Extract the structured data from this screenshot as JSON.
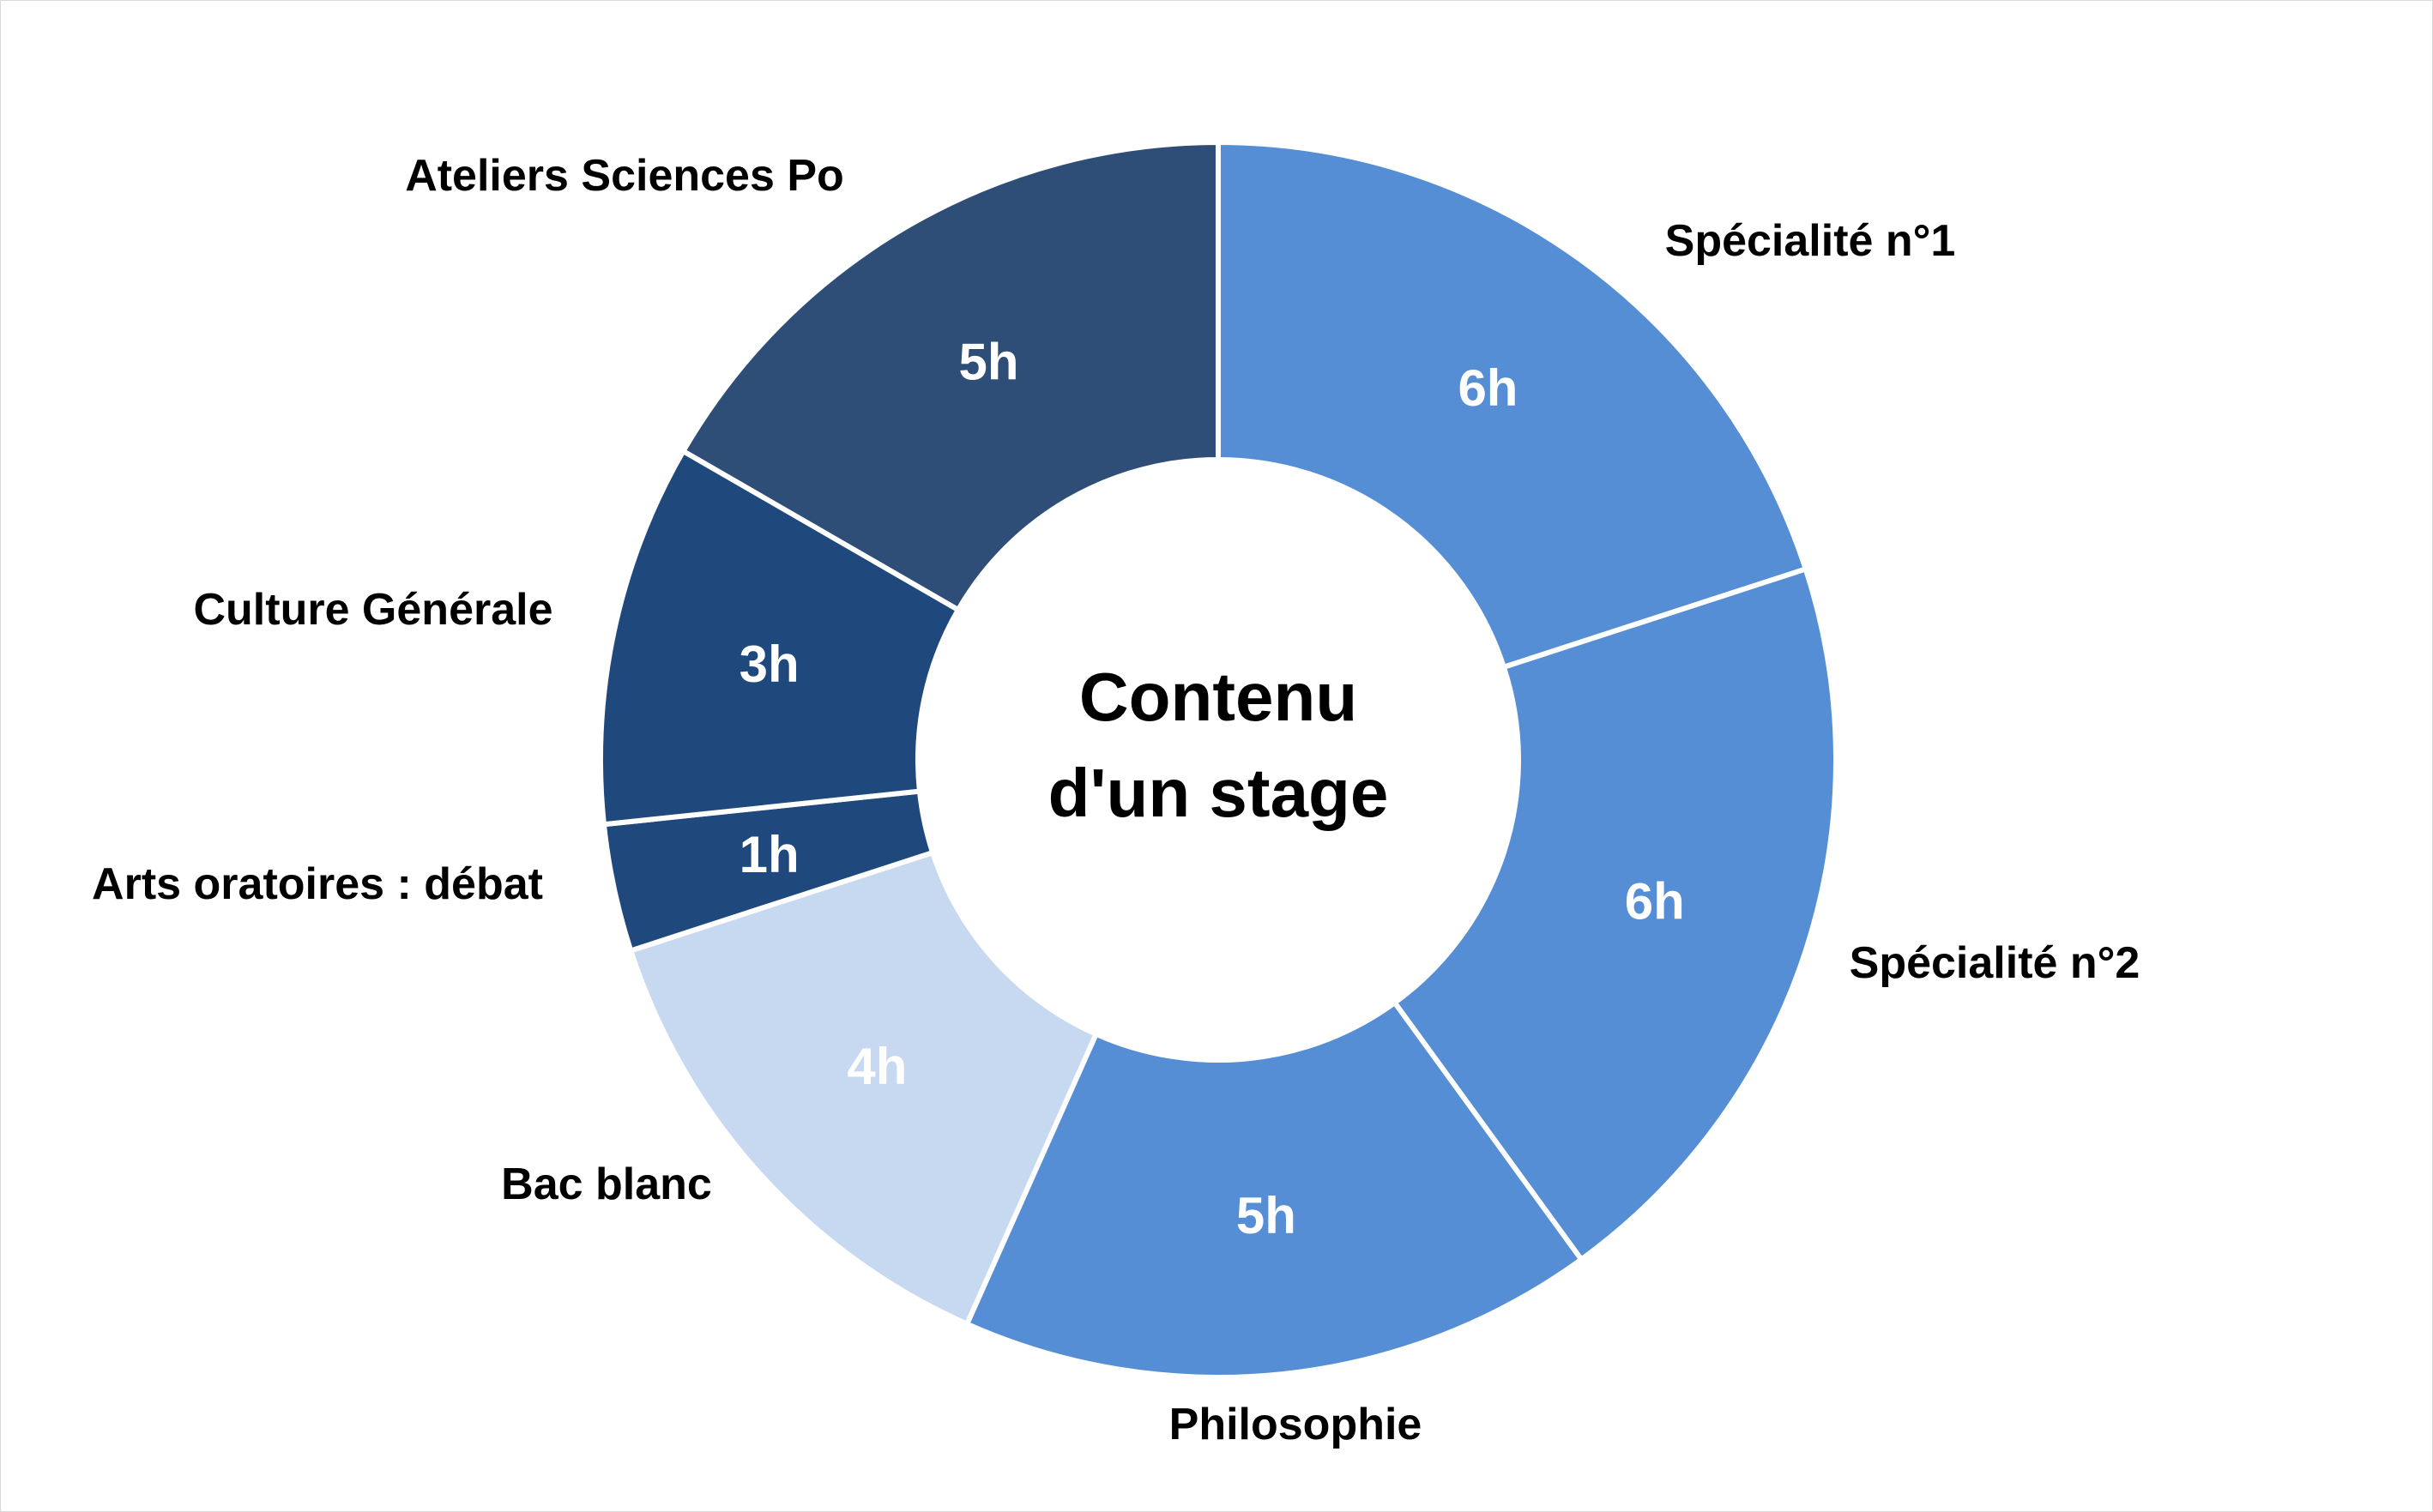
{
  "chart_data": {
    "type": "pie",
    "variant": "donut",
    "title": "Contenu d'un stage",
    "title_lines": [
      "Contenu",
      "d'un stage"
    ],
    "unit_suffix": "h",
    "legend": "none (category labels outside slices)",
    "slices": [
      {
        "label": "Spécialité n°1",
        "value": 6,
        "value_label": "6h",
        "color": "#558ed5",
        "text_color": "#ffffff"
      },
      {
        "label": "Spécialité n°2",
        "value": 6,
        "value_label": "6h",
        "color": "#558ed5",
        "text_color": "#ffffff"
      },
      {
        "label": "Philosophie",
        "value": 5,
        "value_label": "5h",
        "color": "#558ed5",
        "text_color": "#ffffff"
      },
      {
        "label": "Bac blanc",
        "value": 4,
        "value_label": "4h",
        "color": "#c6d9f1",
        "text_color": "#ffffff"
      },
      {
        "label": "Arts oratoires : débat",
        "value": 1,
        "value_label": "1h",
        "color": "#1f497d",
        "text_color": "#ffffff"
      },
      {
        "label": "Culture Générale",
        "value": 3,
        "value_label": "3h",
        "color": "#1f497d",
        "text_color": "#ffffff"
      },
      {
        "label": "Ateliers Sciences Po",
        "value": 5,
        "value_label": "5h",
        "color": "#2e4e78",
        "text_color": "#ffffff"
      }
    ]
  }
}
